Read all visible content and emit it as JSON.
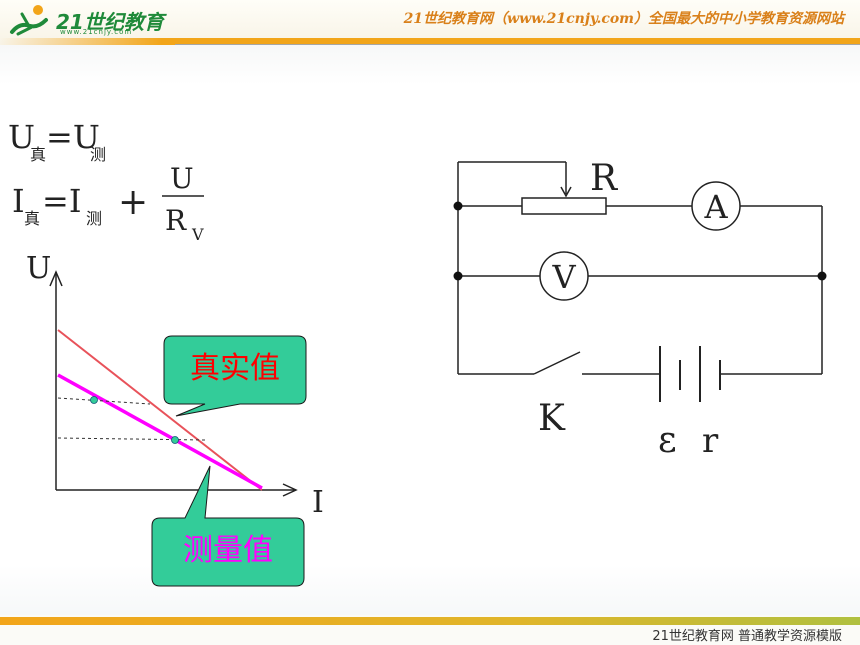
{
  "header": {
    "logo_text": "21世纪教育",
    "logo_url": "www.21cnjy.com",
    "slogan": "21世纪教育网（www.21cnjy.com）全国最大的中小学教育资源网站"
  },
  "footer": {
    "text": "21世纪教育网   普通教学资源模版"
  },
  "formulas": {
    "line1_u_true": "U",
    "line1_sub_true": "真",
    "line1_eq": "=U",
    "line1_sub_meas": "测",
    "line2_i_true": "I",
    "line2_sub_true": "真",
    "line2_eq": "=I",
    "line2_sub_meas": "测",
    "plus": "+",
    "frac_num": "U",
    "frac_den": "R",
    "frac_den_sub": "V"
  },
  "graph": {
    "y_axis_label": "U",
    "x_axis_label": "I",
    "callout_true": "真实值",
    "callout_measured": "测量值",
    "colors": {
      "true_line": "#e8525a",
      "measured_line": "#ff00ff",
      "callout_fill": "#33cc99",
      "callout_text_true": "#ff0000",
      "callout_text_measured": "#ff00ff"
    }
  },
  "circuit": {
    "label_R": "R",
    "label_A": "A",
    "label_V": "V",
    "label_K": "K",
    "label_emf": "ε",
    "label_r": "r"
  }
}
